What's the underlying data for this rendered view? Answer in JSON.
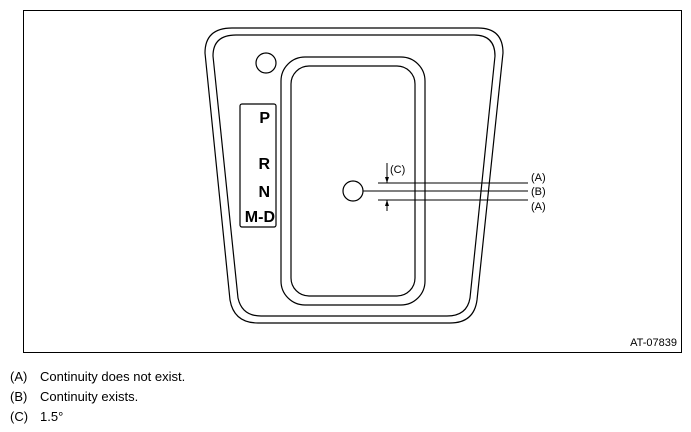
{
  "diagram": {
    "gear_positions": [
      "P",
      "R",
      "N",
      "M-D"
    ],
    "callouts": {
      "top": "(A)",
      "middle": "(B)",
      "bottom": "(A)",
      "angle": "(C)"
    },
    "figure_id": "AT-07839"
  },
  "legend": [
    {
      "key": "(A)",
      "text": "Continuity does not exist."
    },
    {
      "key": "(B)",
      "text": "Continuity exists."
    },
    {
      "key": "(C)",
      "text": "1.5°"
    }
  ]
}
